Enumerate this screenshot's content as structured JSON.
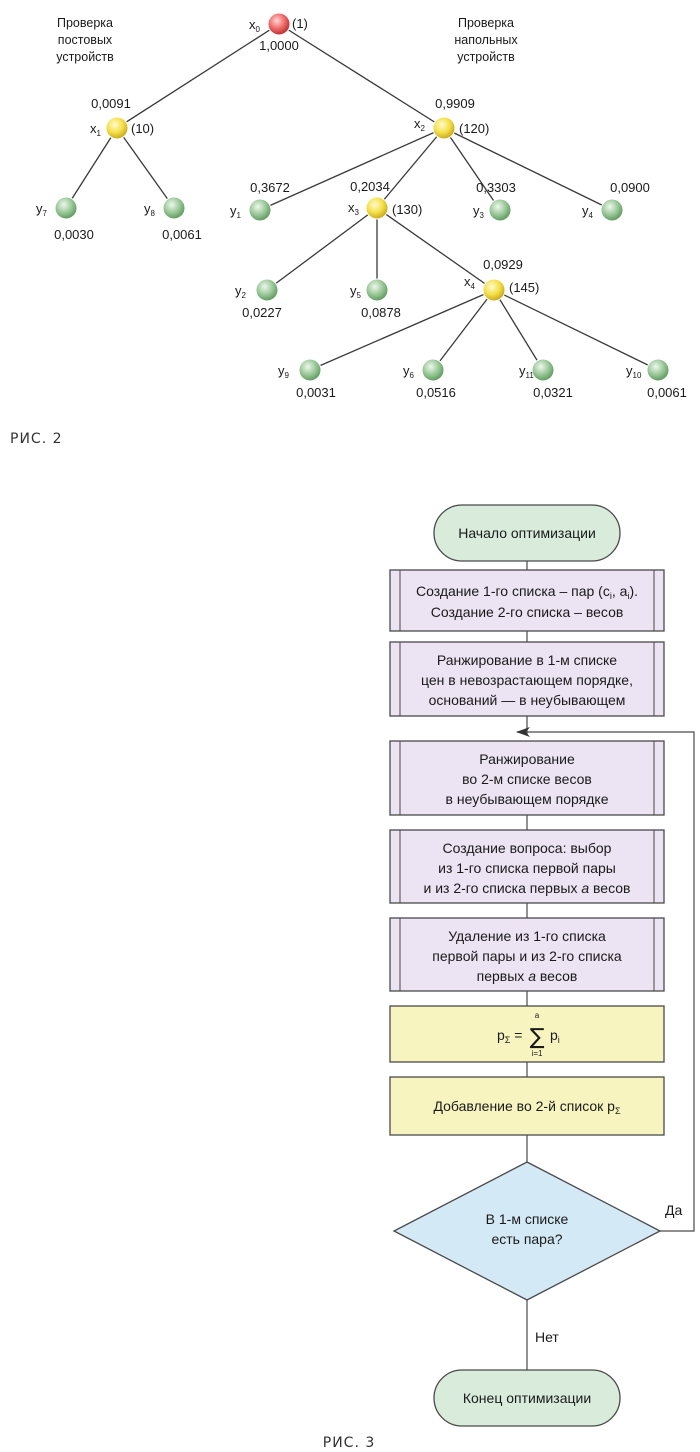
{
  "figure2": {
    "caption": "РИС. 2",
    "header_left": [
      "Проверка",
      "постовых",
      "устройств"
    ],
    "header_right": [
      "Проверка",
      "напольных",
      "устройств"
    ],
    "nodes": [
      {
        "id": "x0",
        "name": "x",
        "sub": "0",
        "value": "1,0000",
        "cost": "(1)",
        "color": "red"
      },
      {
        "id": "x1",
        "name": "x",
        "sub": "1",
        "value": "0,0091",
        "cost": "(10)",
        "color": "yellow"
      },
      {
        "id": "x2",
        "name": "x",
        "sub": "2",
        "value": "0,9909",
        "cost": "(120)",
        "color": "yellow"
      },
      {
        "id": "x3",
        "name": "x",
        "sub": "3",
        "value": "0,2034",
        "cost": "(130)",
        "color": "yellow"
      },
      {
        "id": "x4",
        "name": "x",
        "sub": "4",
        "value": "0,0929",
        "cost": "(145)",
        "color": "yellow"
      },
      {
        "id": "y7",
        "name": "y",
        "sub": "7",
        "value": "0,0030"
      },
      {
        "id": "y8",
        "name": "y",
        "sub": "8",
        "value": "0,0061"
      },
      {
        "id": "y1",
        "name": "y",
        "sub": "1",
        "value": "0,3672"
      },
      {
        "id": "y3",
        "name": "y",
        "sub": "3",
        "value": "0,3303"
      },
      {
        "id": "y4",
        "name": "y",
        "sub": "4",
        "value": "0,0900"
      },
      {
        "id": "y2",
        "name": "y",
        "sub": "2",
        "value": "0,0227"
      },
      {
        "id": "y5",
        "name": "y",
        "sub": "5",
        "value": "0,0878"
      },
      {
        "id": "y9",
        "name": "y",
        "sub": "9",
        "value": "0,0031"
      },
      {
        "id": "y6",
        "name": "y",
        "sub": "6",
        "value": "0,0516"
      },
      {
        "id": "y11",
        "name": "y",
        "sub": "11",
        "value": "0,0321"
      },
      {
        "id": "y10",
        "name": "y",
        "sub": "10",
        "value": "0,0061"
      }
    ],
    "edges": [
      [
        "x0",
        "x1"
      ],
      [
        "x0",
        "x2"
      ],
      [
        "x1",
        "y7"
      ],
      [
        "x1",
        "y8"
      ],
      [
        "x2",
        "y1"
      ],
      [
        "x2",
        "x3"
      ],
      [
        "x2",
        "y3"
      ],
      [
        "x2",
        "y4"
      ],
      [
        "x3",
        "y2"
      ],
      [
        "x3",
        "y5"
      ],
      [
        "x3",
        "x4"
      ],
      [
        "x4",
        "y9"
      ],
      [
        "x4",
        "y6"
      ],
      [
        "x4",
        "y11"
      ],
      [
        "x4",
        "y10"
      ]
    ]
  },
  "figure3": {
    "caption": "РИС. 3",
    "start": "Начало оптимизации",
    "step1": [
      "Создание 1-го списка – пар (c",
      "i",
      ", a",
      "i",
      ").",
      "Создание 2-го списка – весов"
    ],
    "step2": [
      "Ранжирование в 1-м списке",
      "цен в невозрастающем порядке,",
      "оснований — в неубывающем"
    ],
    "step3": [
      "Ранжирование",
      "во 2-м списке весов",
      "в неубывающем порядке"
    ],
    "step4": [
      "Создание вопроса: выбор",
      "из 1-го списка первой пары",
      "и из 2-го списка первых ",
      "a",
      " весов"
    ],
    "step5": [
      "Удаление из 1-го списка",
      "первой пары и из 2-го списка",
      "первых ",
      "a",
      " весов"
    ],
    "formula": {
      "lhs": "p",
      "lhs_sub": "Σ",
      "eq": " = ",
      "sigma": "∑",
      "upper": "a",
      "lower": "i=1",
      "rhs": "p",
      "rhs_sub": "i"
    },
    "step7": [
      "Добавление во 2-й список p",
      "Σ"
    ],
    "decision": [
      "В 1-м списке",
      "есть пара?"
    ],
    "yes": "Да",
    "no": "Нет",
    "end": "Конец оптимизации",
    "colors": {
      "terminal": "#d9ecdc",
      "process": "#ece3f3",
      "formula": "#f7f4c0",
      "decision": "#d3e9f5",
      "stroke": "#4a4a4a"
    }
  }
}
